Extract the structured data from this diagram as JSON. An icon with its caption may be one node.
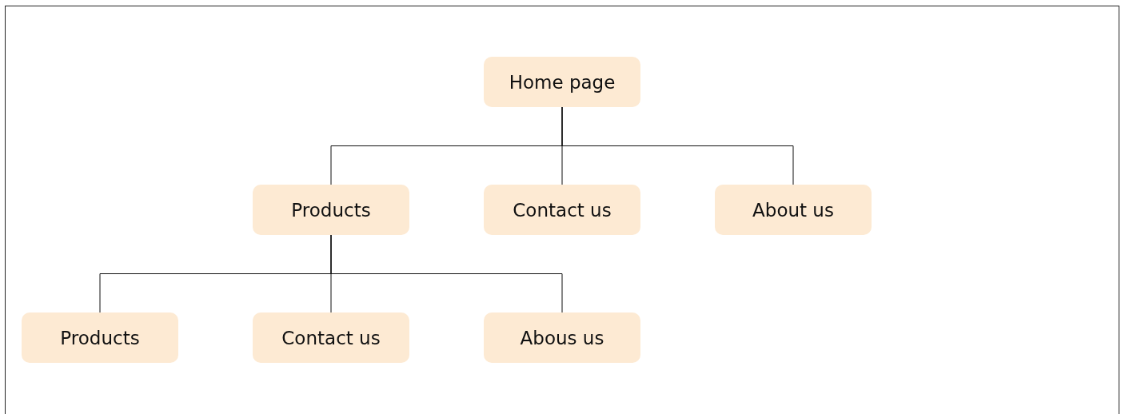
{
  "diagram": {
    "nodes": [
      {
        "text": [
          "Home page"
        ]
      },
      {
        "text": [
          "Products"
        ]
      },
      {
        "text": [
          "Contact us"
        ]
      },
      {
        "text": [
          "About us"
        ]
      },
      {
        "text": [
          "Products"
        ]
      },
      {
        "text": [
          "Contact us"
        ]
      },
      {
        "text": [
          "Abous us"
        ]
      }
    ],
    "edges": [
      {
        "from": 0,
        "to": 1,
        "arrow": "none"
      },
      {
        "from": 0,
        "to": 2,
        "arrow": "none"
      },
      {
        "from": 0,
        "to": 3,
        "arrow": "none"
      },
      {
        "from": 1,
        "to": 4,
        "arrow": "none"
      },
      {
        "from": 1,
        "to": 5,
        "arrow": "none"
      },
      {
        "from": 1,
        "to": 6,
        "arrow": "none"
      }
    ]
  }
}
